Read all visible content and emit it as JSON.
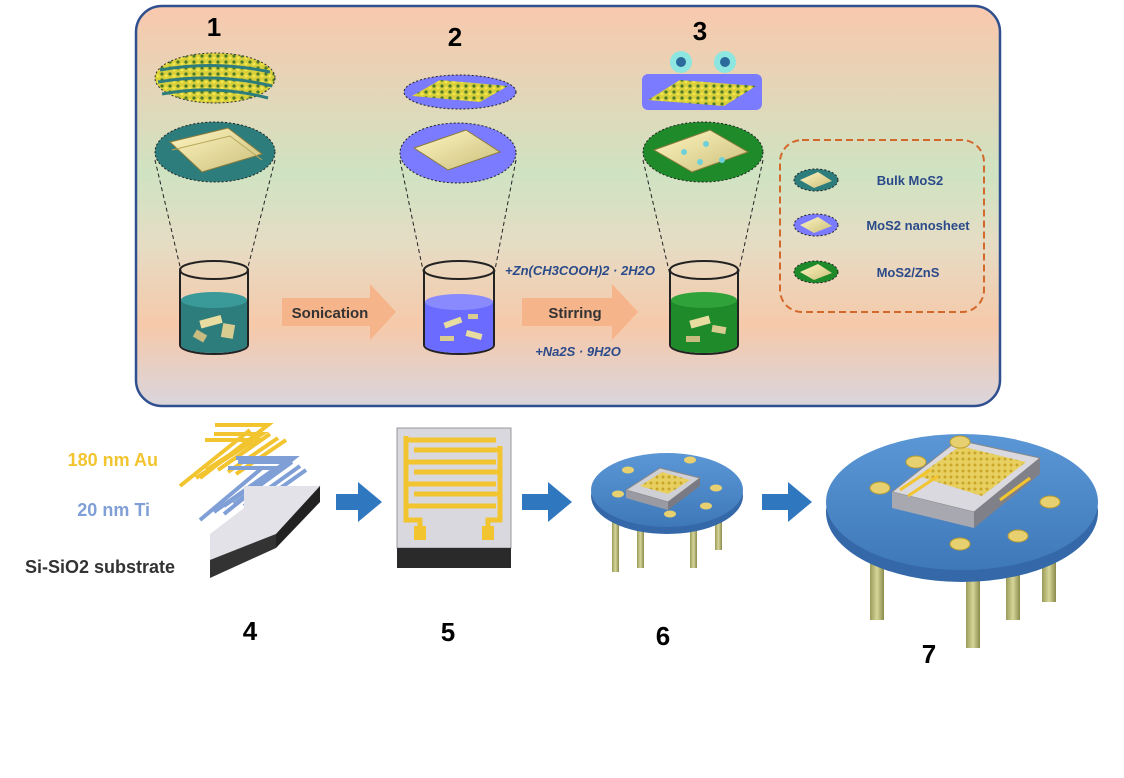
{
  "steps": {
    "s1": "1",
    "s2": "2",
    "s3": "3",
    "s4": "4",
    "s5": "5",
    "s6": "6",
    "s7": "7"
  },
  "process": {
    "sonication": "Sonication",
    "stirring": "Stirring",
    "reagent_top": "+Zn(CH3COOH)2 · 2H2O",
    "reagent_bottom": "+Na2S · 9H2O"
  },
  "legend": {
    "bulk": "Bulk MoS2",
    "nanosheet": "MoS2 nanosheet",
    "composite": "MoS2/ZnS"
  },
  "layers": {
    "au": "180 nm Au",
    "ti": "20 nm Ti",
    "substrate": "Si-SiO2 substrate"
  },
  "colors": {
    "panel_border": "#2f4f8f",
    "legend_border": "#d2692a",
    "arrow_orange": "#f6b48a",
    "arrow_blue": "#2f78c0",
    "gold": "#f2c530",
    "titanium": "#7f9fd6",
    "bulk_fill": "#2e7d7d",
    "nanosheet_fill": "#7b7bff",
    "composite_fill": "#1f8a2a",
    "board_blue": "#4a86c8"
  }
}
